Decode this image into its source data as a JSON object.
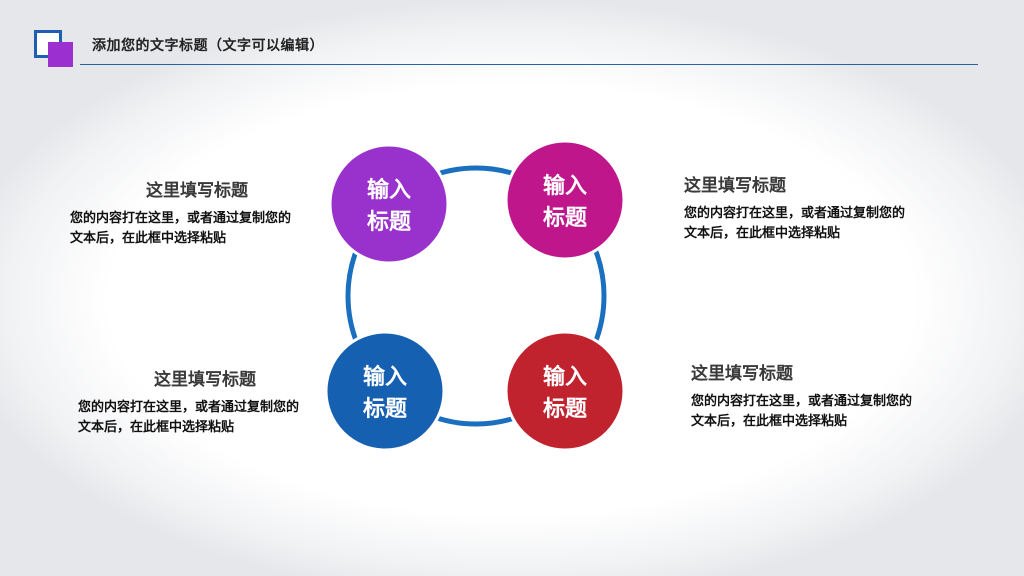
{
  "header": {
    "title": "添加您的文字标题（文字可以编辑）"
  },
  "colors": {
    "accent_blue": "#1f5fb3",
    "accent_purple": "#9b2fd0",
    "node_purple": "#9932cc",
    "node_magenta": "#c0168c",
    "node_blue": "#1560b0",
    "node_red": "#c0222e",
    "ring": "#1a6fbf"
  },
  "diagram": {
    "nodes": [
      {
        "line1": "输入",
        "line2": "标题"
      },
      {
        "line1": "输入",
        "line2": "标题"
      },
      {
        "line1": "输入",
        "line2": "标题"
      },
      {
        "line1": "输入",
        "line2": "标题"
      }
    ]
  },
  "blocks": [
    {
      "title": "这里填写标题",
      "body": "您的内容打在这里，或者通过复制您的文本后，在此框中选择粘贴"
    },
    {
      "title": "这里填写标题",
      "body": "您的内容打在这里，或者通过复制您的文本后，在此框中选择粘贴"
    },
    {
      "title": "这里填写标题",
      "body": "您的内容打在这里，或者通过复制您的文本后，在此框中选择粘贴"
    },
    {
      "title": "这里填写标题",
      "body": "您的内容打在这里，或者通过复制您的文本后，在此框中选择粘贴"
    }
  ]
}
